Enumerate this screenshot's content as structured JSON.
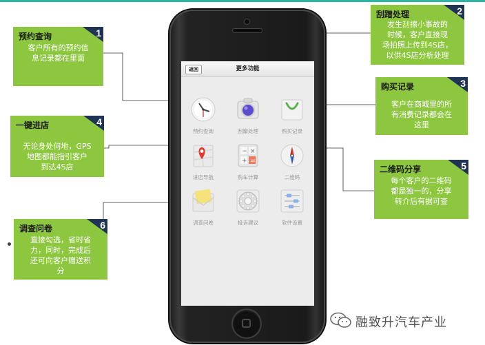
{
  "app": {
    "back_label": "返回",
    "title": "更多功能",
    "tiles": [
      {
        "label": "预约查询",
        "icon": "clock-icon"
      },
      {
        "label": "刮蹭处理",
        "icon": "camera-icon"
      },
      {
        "label": "购买记录",
        "icon": "shopping-bag-icon"
      },
      {
        "label": "进店导航",
        "icon": "map-pin-icon"
      },
      {
        "label": "购车计算",
        "icon": "calculator-icon"
      },
      {
        "label": "二维码",
        "icon": "compass-icon"
      },
      {
        "label": "调查问卷",
        "icon": "envelope-icon"
      },
      {
        "label": "投诉建议",
        "icon": "rotary-dial-icon"
      },
      {
        "label": "软件设置",
        "icon": "settings-sliders-icon"
      }
    ]
  },
  "callouts": [
    {
      "num": "1",
      "title": "预约查询",
      "desc": [
        "客户所有的预约信",
        "息记录都在里面"
      ]
    },
    {
      "num": "2",
      "title": "刮蹭处理",
      "desc": [
        "发生刮擦小事故的",
        "时候，客户直接现",
        "场拍照上传到4S店，",
        "以供4S店分析处理"
      ]
    },
    {
      "num": "3",
      "title": "购买记录",
      "desc": [
        "客户在商城里的所",
        "有消费记录都会在",
        "这里"
      ]
    },
    {
      "num": "4",
      "title": "一键进店",
      "desc": [
        "无论身处何地，GPS",
        "地图都能指引客户",
        "到达4S店"
      ]
    },
    {
      "num": "5",
      "title": "二维码分享",
      "desc": [
        "每个客户的二维码",
        "都是独一的，分享",
        "转介后有据可查"
      ]
    },
    {
      "num": "6",
      "title": "调查问卷",
      "desc": [
        "直接勾选，省时省",
        "力，同时，完成后",
        "还可向客户赠送积",
        "分"
      ]
    }
  ],
  "watermark": {
    "text": "融致升汽车产业",
    "icon": "wechat-icon"
  },
  "colors": {
    "callout_bg": "#8dc63f",
    "callout_corner": "#1f3355",
    "accent_rule": "#2fb5a3"
  }
}
